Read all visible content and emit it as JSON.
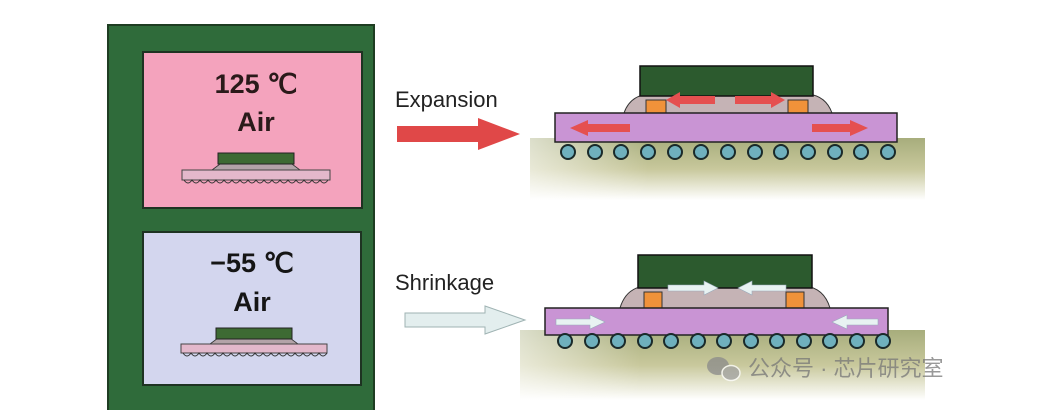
{
  "hot_panel": {
    "temperature": "125 ℃",
    "medium": "Air"
  },
  "cold_panel": {
    "temperature": "−55 ℃",
    "medium": "Air"
  },
  "expansion": {
    "label": "Expansion"
  },
  "shrinkage": {
    "label": "Shrinkage"
  },
  "watermark": {
    "text": "公众号 · 芯片研究室"
  },
  "colors": {
    "panel_green": "#2f6b3a",
    "hot": "#f4a3bd",
    "cold": "#d3d6ee",
    "substrate": "#c994d4",
    "chip": "#2c5a2e",
    "arrow_red": "#e04848",
    "arrow_pale": "#e3eeee",
    "ball": "#6fb0bd",
    "bump": "#f0923a"
  }
}
